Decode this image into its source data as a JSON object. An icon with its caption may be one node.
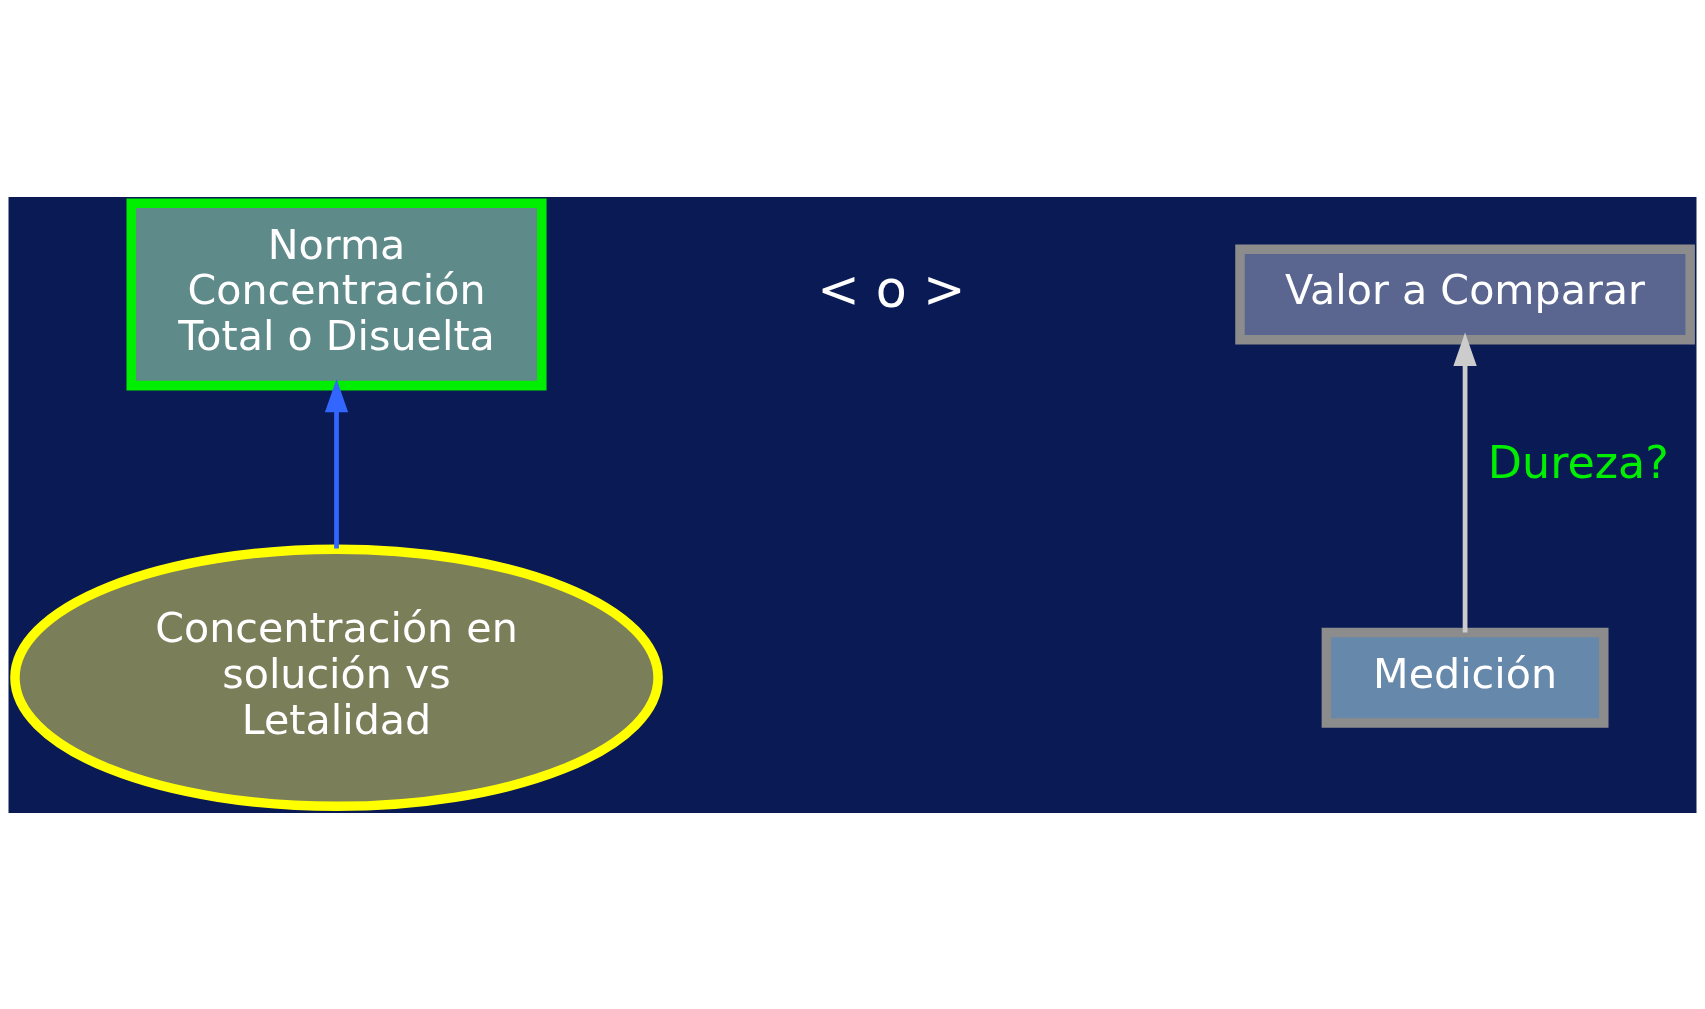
{
  "diagram": {
    "nodes": [
      {
        "text": [
          "Norma",
          "Concentración Total o Disuelta"
        ]
      },
      {
        "text": [
          "Valor a Comparar"
        ]
      },
      {
        "text": [
          "Concentración en solución vs Letalidad"
        ]
      },
      {
        "text": [
          "Medición"
        ]
      }
    ],
    "edges": [
      {
        "from": 2,
        "to": 0,
        "arrow": "to",
        "color": "#3366ff"
      },
      {
        "from": 3,
        "to": 1,
        "arrow": "to",
        "color": "#cccccc",
        "label": "Dureza?"
      }
    ],
    "labels": [
      "< o >"
    ]
  }
}
